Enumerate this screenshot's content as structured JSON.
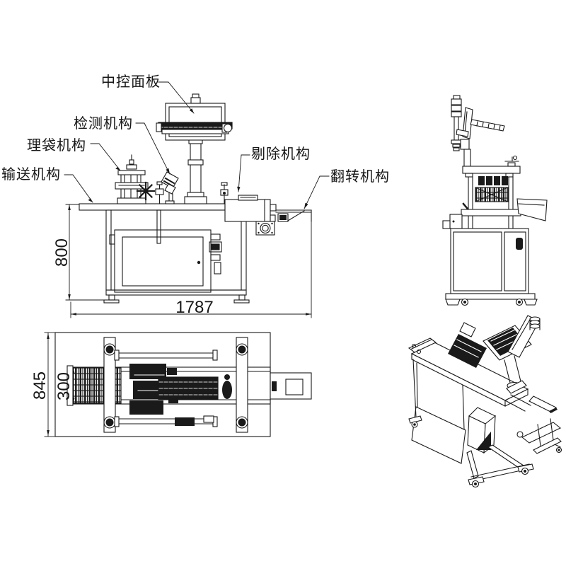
{
  "labels": {
    "central_control_panel": "中控面板",
    "detection_mechanism": "检测机构",
    "bag_arranging_mechanism": "理袋机构",
    "conveying_mechanism": "输送机构",
    "rejection_mechanism": "剔除机构",
    "flipping_mechanism": "翻转机构"
  },
  "dimensions": {
    "front_height": "800",
    "front_width": "1787",
    "top_view_length": "845",
    "top_view_belt_width": "300"
  },
  "colors": {
    "line": "#1a1a1a",
    "text": "#161616",
    "background": "#ffffff"
  }
}
